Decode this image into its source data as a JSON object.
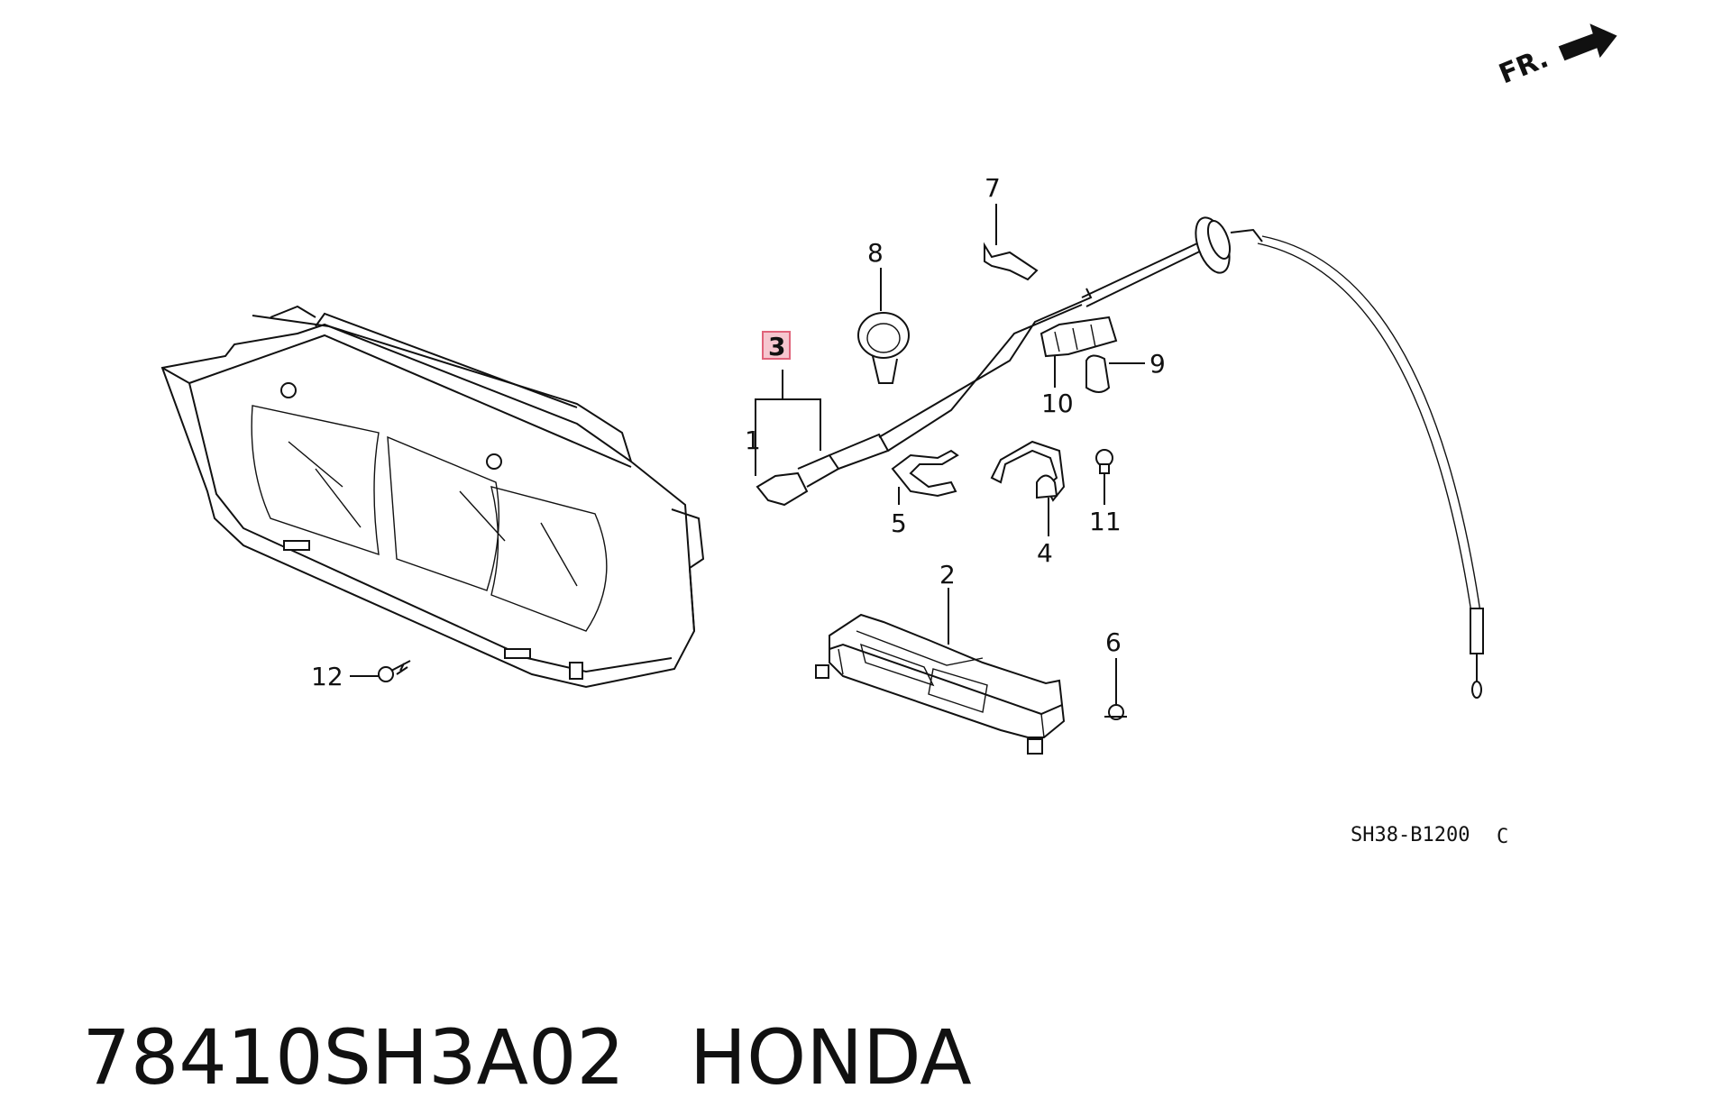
{
  "direction_label": "FR.",
  "callouts": {
    "p1": "1",
    "p2": "2",
    "p3": "3",
    "p4": "4",
    "p5": "5",
    "p6": "6",
    "p7": "7",
    "p8": "8",
    "p9": "9",
    "p10": "10",
    "p11": "11",
    "p12": "12"
  },
  "highlight": {
    "part": "3",
    "color": "#e0637a",
    "fill": "#f6c6cf"
  },
  "reference_code": "SH38-B1200",
  "reference_suffix": "C",
  "caption": {
    "part_number": "78410SH3A02",
    "brand": "HONDA"
  }
}
